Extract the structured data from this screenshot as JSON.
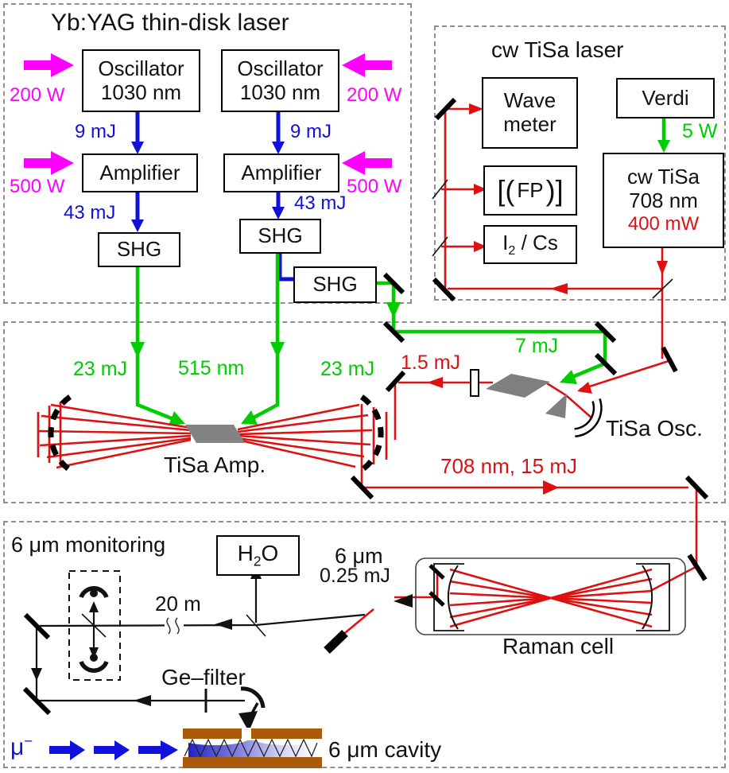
{
  "colors": {
    "pump_diode": "#ff00ff",
    "ir_beam": "#1010d8",
    "green_beam": "#00cc00",
    "red_beam": "#dd1111",
    "muon_beam": "#1111dd",
    "crystal_gray": "#838383",
    "cavity_brown": "#a85a0a"
  },
  "yb_panel": {
    "title": "Yb:YAG thin-disk laser",
    "osc": {
      "l1": "Oscillator",
      "l2": "1030 nm"
    },
    "amp": "Amplifier",
    "shg": "SHG",
    "pump_osc": "200 W",
    "pump_amp": "500 W",
    "osc_energy": "9 mJ",
    "amp_energy": "43 mJ"
  },
  "cw_panel": {
    "title": "cw TiSa laser",
    "wavemeter": {
      "l1": "Wave",
      "l2": "meter"
    },
    "verdi": "Verdi",
    "verdi_power": "5 W",
    "cwtisa": {
      "l1": "cw TiSa",
      "l2": "708  nm",
      "l3": "400 mW"
    },
    "fp": {
      "left": "[(",
      "label": "FP",
      "right": ")]"
    },
    "i2cs": {
      "pre": "I",
      "sub": "2",
      "post": " / Cs"
    }
  },
  "amp_panel": {
    "pump_left": "23 mJ",
    "wavelength": "515 nm",
    "pump_right": "23 mJ",
    "green_energy": "7 mJ",
    "seed_energy": "1.5 mJ",
    "tisa_amp": "TiSa Amp.",
    "tisa_osc": "TiSa Osc.",
    "output": "708 nm, 15 mJ"
  },
  "bottom_panel": {
    "monitoring": "6 μm monitoring",
    "h2o": {
      "pre": "H",
      "sub": "2",
      "post": "O"
    },
    "distance": "20 m",
    "um6": "6 μm",
    "energy": "0.25 mJ",
    "raman": "Raman cell",
    "gefilter": "Ge–filter",
    "muon": {
      "base": "μ",
      "sup": "−"
    },
    "cavity": "6 μm cavity"
  }
}
